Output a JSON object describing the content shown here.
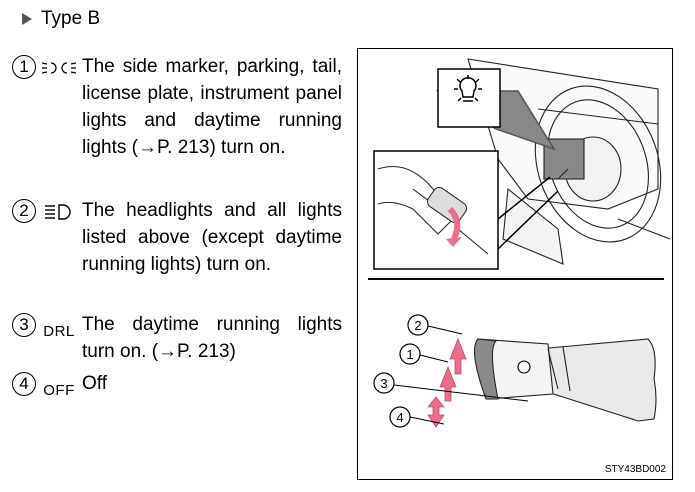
{
  "heading": {
    "label": "Type B"
  },
  "items": [
    {
      "number": "1",
      "symbol_icon": "parking-lights-icon",
      "description": "The side marker, parking, tail, license plate, instrument panel lights and daytime running lights (→P. 213) turn on."
    },
    {
      "number": "2",
      "symbol_icon": "headlight-icon",
      "description": "The headlights and all lights listed above (except daytime running lights) turn on."
    },
    {
      "number": "3",
      "symbol_text": "DRL",
      "description": "The daytime running lights turn on. (→P. 213)"
    },
    {
      "number": "4",
      "symbol_text": "OFF",
      "description": "Off"
    }
  ],
  "figure": {
    "code": "STY43BD002",
    "callouts": [
      "2",
      "1",
      "3",
      "4"
    ]
  }
}
